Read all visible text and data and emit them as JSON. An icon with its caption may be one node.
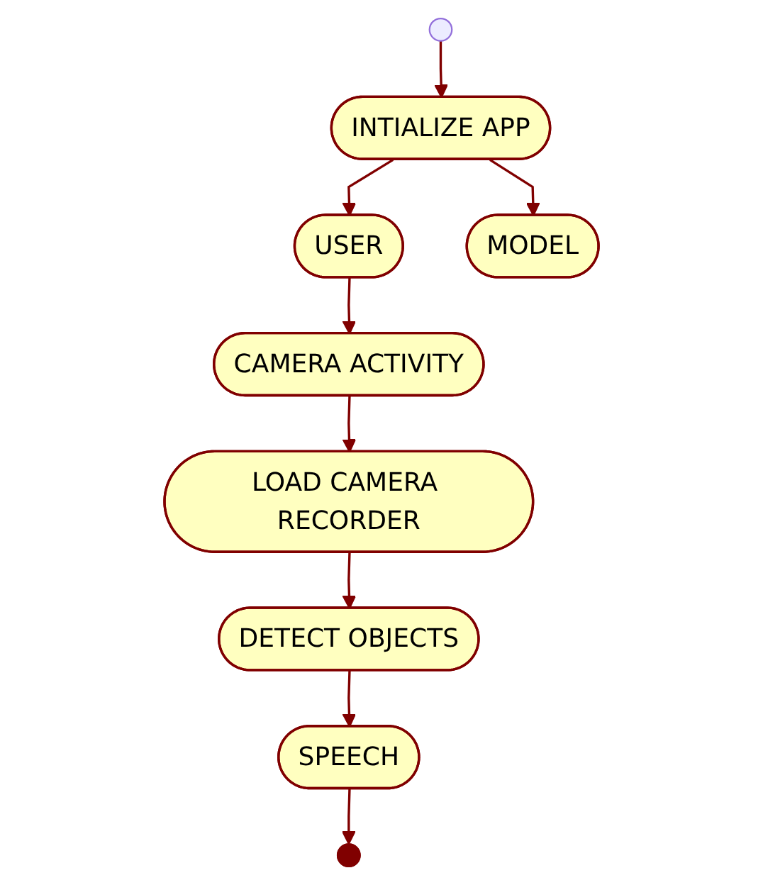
{
  "diagram": {
    "nodes": [
      {
        "text": [],
        "shape": "circle"
      },
      {
        "text": [
          "INTIALIZE APP"
        ]
      },
      {
        "text": [
          "USER"
        ]
      },
      {
        "text": [
          "MODEL"
        ]
      },
      {
        "text": [
          "CAMERA ACTIVITY"
        ]
      },
      {
        "text": [
          "LOAD CAMERA RECORDER"
        ]
      },
      {
        "text": [
          "DETECT OBJECTS"
        ]
      },
      {
        "text": [
          "SPEECH"
        ]
      },
      {
        "text": [],
        "shape": "circle"
      }
    ],
    "edges": [
      {
        "from": 0,
        "to": 1,
        "arrow": "to"
      },
      {
        "from": 1,
        "to": 2,
        "arrow": "to"
      },
      {
        "from": 1,
        "to": 3,
        "arrow": "to"
      },
      {
        "from": 2,
        "to": 4,
        "arrow": "to"
      },
      {
        "from": 4,
        "to": 5,
        "arrow": "to"
      },
      {
        "from": 5,
        "to": 6,
        "arrow": "to"
      },
      {
        "from": 6,
        "to": 7,
        "arrow": "to"
      },
      {
        "from": 7,
        "to": 8,
        "arrow": "to"
      }
    ]
  }
}
